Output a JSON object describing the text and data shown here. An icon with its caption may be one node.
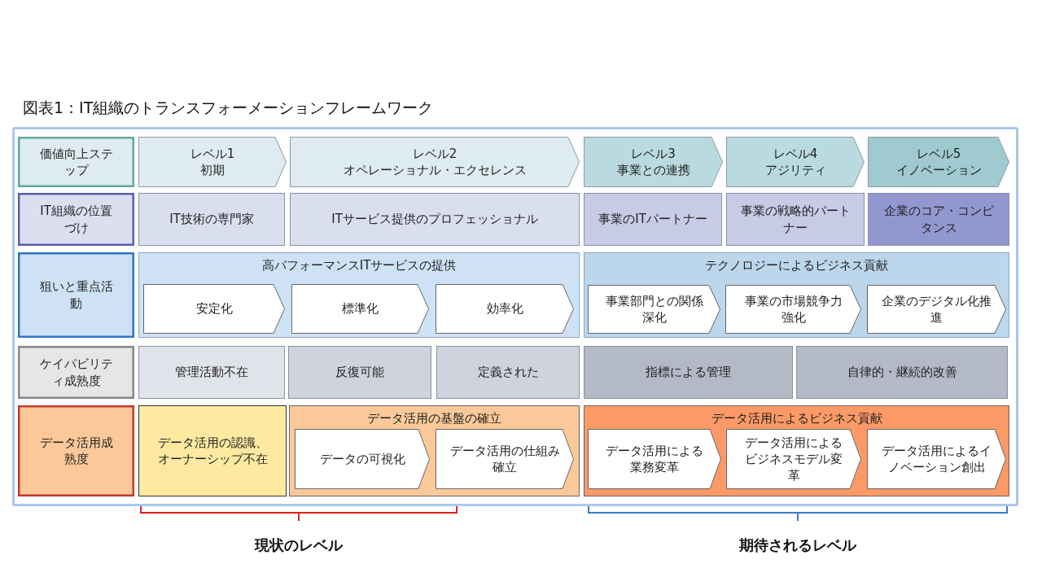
{
  "diagram": {
    "title": "図表1：IT組織のトランスフォーメーションフレームワーク",
    "nodes": [
      {
        "text": [
          "価値向上ステップ"
        ]
      },
      {
        "text": [
          "レベル1",
          "初期"
        ]
      },
      {
        "text": [
          "レベル2",
          "オペレーショナル・エクセレンス"
        ]
      },
      {
        "text": [
          "レベル3",
          "事業との連携"
        ]
      },
      {
        "text": [
          "レベル4",
          "アジリティ"
        ]
      },
      {
        "text": [
          "レベル5",
          "イノベーション"
        ]
      },
      {
        "text": [
          "IT組織の位置づけ"
        ]
      },
      {
        "text": [
          "IT技術の専門家"
        ]
      },
      {
        "text": [
          "ITサービス提供のプロフェッショナル"
        ]
      },
      {
        "text": [
          "事業のITパートナー"
        ]
      },
      {
        "text": [
          "事業の戦略的パートナー"
        ]
      },
      {
        "text": [
          "企業のコア・コンピタンス"
        ]
      },
      {
        "text": [
          "狙いと重点活動"
        ]
      },
      {
        "text": [
          "高パフォーマンスITサービスの提供"
        ]
      },
      {
        "text": [
          "安定化"
        ],
        "in": 13
      },
      {
        "text": [
          "標準化"
        ],
        "in": 13
      },
      {
        "text": [
          "効率化"
        ],
        "in": 13
      },
      {
        "text": [
          "テクノロジーによるビジネス貢献"
        ]
      },
      {
        "text": [
          "事業部門との関係深化"
        ],
        "in": 17
      },
      {
        "text": [
          "事業の市場競争力強化"
        ],
        "in": 17
      },
      {
        "text": [
          "企業のデジタル化推進"
        ],
        "in": 17
      },
      {
        "text": [
          "ケイパビリティ成熟度"
        ]
      },
      {
        "text": [
          "管理活動不在"
        ]
      },
      {
        "text": [
          "反復可能"
        ]
      },
      {
        "text": [
          "定義された"
        ]
      },
      {
        "text": [
          "指標による管理"
        ]
      },
      {
        "text": [
          "自律的・継続的改善"
        ]
      },
      {
        "text": [
          "データ活用成熟度"
        ]
      },
      {
        "text": [
          "データ活用の認識、オーナーシップ不在"
        ]
      },
      {
        "text": [
          "データ活用の基盤の確立"
        ]
      },
      {
        "text": [
          "データの可視化"
        ],
        "in": 29
      },
      {
        "text": [
          "データ活用の仕組み確立"
        ],
        "in": 29
      },
      {
        "text": [
          "データ活用によるビジネス貢献"
        ]
      },
      {
        "text": [
          "データ活用による業務変革"
        ],
        "in": 32
      },
      {
        "text": [
          "データ活用によるビジネスモデル変革"
        ],
        "in": 32
      },
      {
        "text": [
          "データ活用によるイノベーション創出"
        ],
        "in": 32
      }
    ],
    "labels": [
      "現状のレベル",
      "期待されるレベル"
    ]
  }
}
